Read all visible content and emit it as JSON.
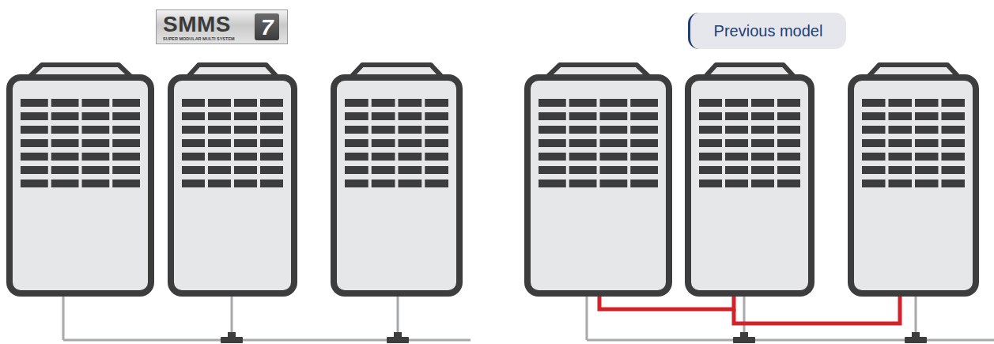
{
  "diagram": {
    "nodes": [
      {
        "text": [
          "SMMS",
          "SUPER MODULAR MULTI SYSTEM"
        ]
      },
      {
        "text": [
          "7"
        ],
        "in": 0
      },
      {
        "text": [
          "Previous model"
        ]
      }
    ]
  }
}
